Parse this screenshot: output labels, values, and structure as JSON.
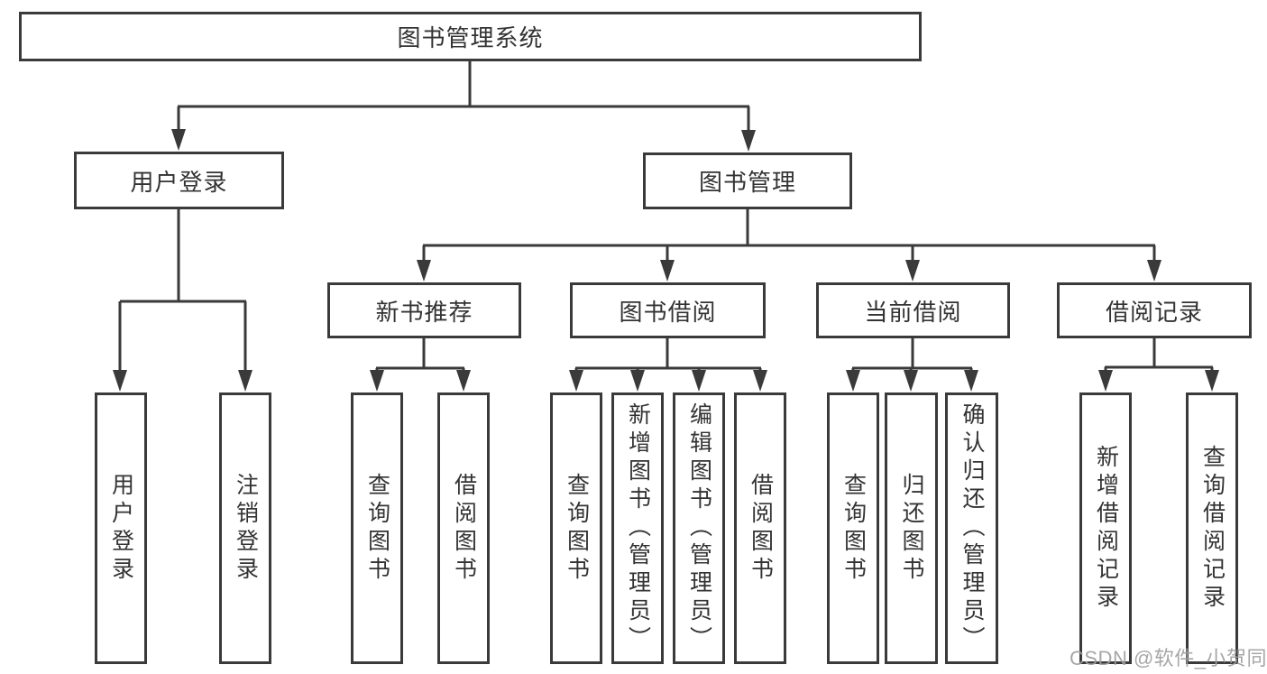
{
  "diagram_type": "hierarchy-tree",
  "tree": {
    "root": {
      "label": "图书管理系统",
      "children": [
        {
          "label": "用户登录",
          "children": [
            {
              "label": "用户登录"
            },
            {
              "label": "注销登录"
            }
          ]
        },
        {
          "label": "图书管理",
          "children": [
            {
              "label": "新书推荐",
              "children": [
                {
                  "label": "查询图书"
                },
                {
                  "label": "借阅图书"
                }
              ]
            },
            {
              "label": "图书借阅",
              "children": [
                {
                  "label": "查询图书"
                },
                {
                  "label": "新增图书（管理员）"
                },
                {
                  "label": "编辑图书（管理员）"
                },
                {
                  "label": "借阅图书"
                }
              ]
            },
            {
              "label": "当前借阅",
              "children": [
                {
                  "label": "查询图书"
                },
                {
                  "label": "归还图书"
                },
                {
                  "label": "确认归还（管理员）"
                }
              ]
            },
            {
              "label": "借阅记录",
              "children": [
                {
                  "label": "新增借阅记录"
                },
                {
                  "label": "查询借阅记录"
                }
              ]
            }
          ]
        }
      ]
    }
  },
  "watermark": {
    "text": "CSDN @软件_小贺同学"
  },
  "colors": {
    "line": "#3a3a3a",
    "text": "#333333",
    "box_fill": "#ffffff",
    "background": "#ffffff",
    "watermark": "#9e9e9e"
  }
}
